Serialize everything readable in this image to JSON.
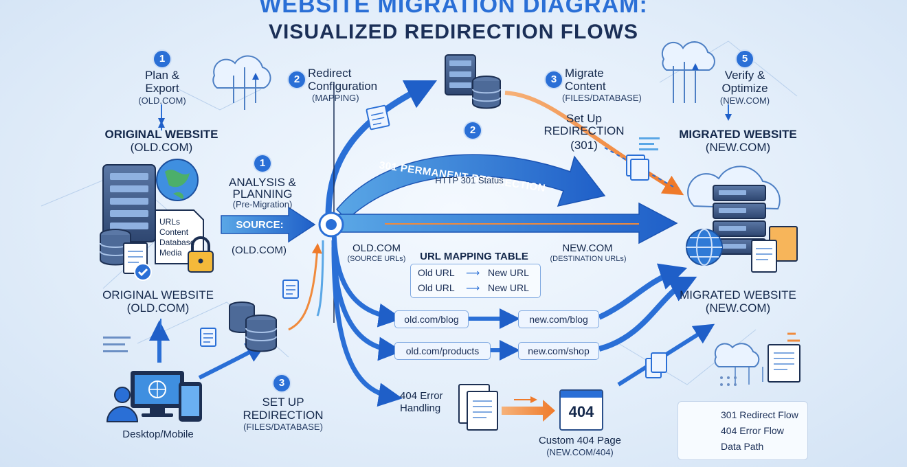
{
  "title": {
    "line1": "WEBSITE MIGRATION DIAGRAM:",
    "line2": "VISUALIZED REDIRECTION FLOWS"
  },
  "steps": {
    "plan": {
      "number": "1",
      "title_line1": "Plan &",
      "title_line2": "Export",
      "sub": "(OLD.COM)"
    },
    "redirect_config": {
      "number": "2",
      "title_line1": "Redirect",
      "title_line2": "Configuration",
      "sub": "(MAPPING)"
    },
    "migrate": {
      "number": "3",
      "title_line1": "Migrate",
      "title_line2": "Content",
      "sub": "(FILES/DATABASE)"
    },
    "verify": {
      "number": "5",
      "title_line1": "Verify &",
      "title_line2": "Optimize",
      "sub": "(NEW.COM)"
    },
    "analysis": {
      "number": "1",
      "title_line1": "ANALYSIS &",
      "title_line2": "PLANNING",
      "sub": "(Pre-Migration)"
    },
    "setup_top": {
      "title_line1": "Set Up",
      "title_line2": "REDIRECTION",
      "sub": "(301)"
    },
    "setup_bottom": {
      "number": "3",
      "title_line1": "SET UP",
      "title_line2": "REDIRECTION",
      "sub": "(FILES/DATABASE)"
    },
    "center_number": "2"
  },
  "original_top": {
    "line1": "ORIGINAL WEBSITE",
    "line2": "(OLD.COM)"
  },
  "original_bottom": {
    "line1": "ORIGINAL WEBSITE",
    "line2": "(OLD.COM)"
  },
  "migrated_top": {
    "line1": "MIGRATED WEBSITE",
    "line2": "(NEW.COM)"
  },
  "migrated_bottom": {
    "line1": "MIGRATED WEBSITE",
    "line2": "(NEW.COM)"
  },
  "doc_list": [
    "URLs",
    "Content",
    "Database",
    "Media"
  ],
  "source": {
    "label": "SOURCE:",
    "domain": "(OLD.COM)"
  },
  "big_arrow": {
    "label": "301 PERMANENT REDIRECTION",
    "status": "HTTP 301 Status"
  },
  "old_side": {
    "domain": "OLD.COM",
    "sub": "(SOURCE URLs)"
  },
  "new_side": {
    "domain": "NEW.COM",
    "sub": "(DESTINATION URLs)"
  },
  "mapping_table": {
    "title": "URL MAPPING TABLE",
    "rows": [
      {
        "from": "Old URL",
        "to": "New URL"
      },
      {
        "from": "Old URL",
        "to": "New URL"
      }
    ]
  },
  "url_pairs": [
    {
      "from": "old.com/blog",
      "to": "new.com/blog"
    },
    {
      "from": "old.com/products",
      "to": "new.com/shop"
    }
  ],
  "error": {
    "label_line1": "404 Error",
    "label_line2": "Handling",
    "code": "404",
    "page_line1": "Custom 404 Page",
    "page_line2": "(NEW.COM/404)"
  },
  "device_label": "Desktop/Mobile",
  "legend": [
    {
      "label": "301 Redirect Flow",
      "color": "#2a6fd6"
    },
    {
      "label": "404 Error Flow",
      "color": "#f08a3c"
    },
    {
      "label": "Data Path",
      "color": "#5aa7e6"
    }
  ],
  "colors": {
    "accent_blue": "#2a6fd6",
    "light_blue": "#5aa7e6",
    "orange": "#f08a3c",
    "dark_navy": "#14284b"
  }
}
